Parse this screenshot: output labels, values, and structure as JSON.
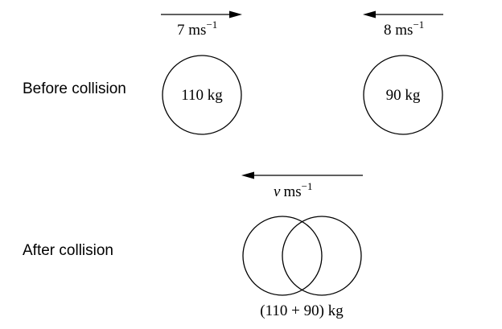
{
  "labels": {
    "before": "Before collision",
    "after": "After collision"
  },
  "before": {
    "mass_left": "110 kg",
    "mass_right": "90 kg",
    "velocity_left_value": "7 ms",
    "velocity_right_value": "8 ms",
    "velocity_left_direction": "right",
    "velocity_right_direction": "left"
  },
  "after": {
    "combined_mass": "(110 + 90) kg",
    "velocity_symbol": "v",
    "velocity_unit": "ms",
    "velocity_direction": "left"
  },
  "unit_exponent": "−1"
}
